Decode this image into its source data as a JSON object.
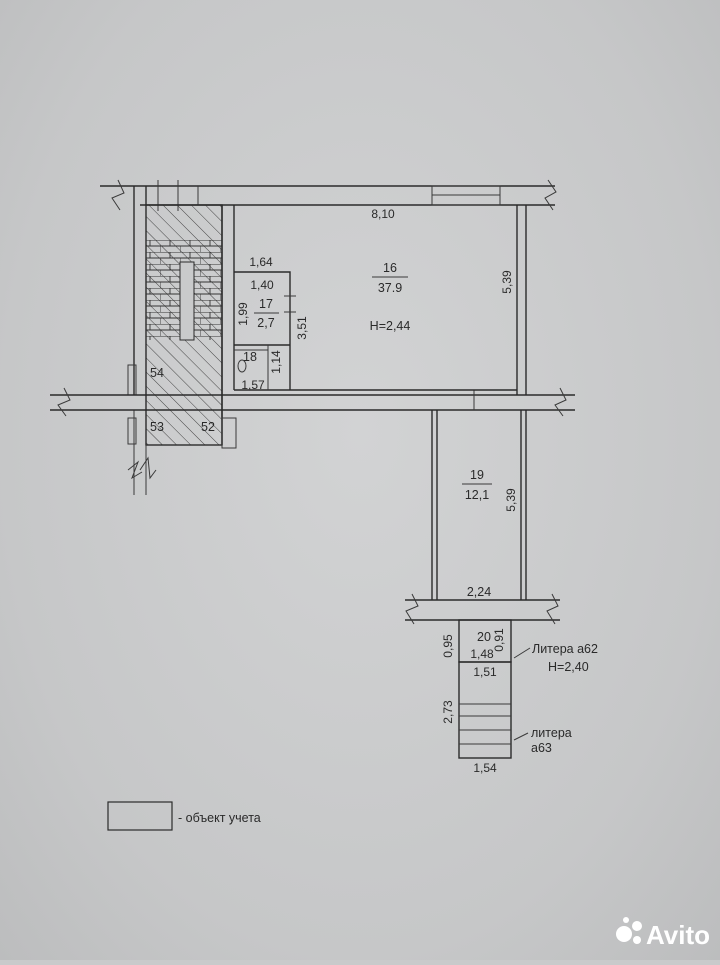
{
  "rooms": {
    "room16": {
      "number": "16",
      "area": "37.9",
      "height": "H=2,44"
    },
    "room17": {
      "number": "17",
      "area": "2,7"
    },
    "room18": {
      "number": "18"
    },
    "room19": {
      "number": "19",
      "area": "12,1"
    },
    "room20": {
      "number": "20"
    }
  },
  "dimensions": {
    "top_width": "8,10",
    "right_height": "5,39",
    "room17_top": "1,64",
    "room17_inner": "1,40",
    "room17_left": "1,99",
    "room17_right": "3,51",
    "room18_right": "1,14",
    "room18_bottom": "1,57",
    "corridor_right": "5,39",
    "corridor_width": "2,24",
    "vestibule_left": "0,95",
    "vestibule_inner": "1,48",
    "vestibule_right": "0,91",
    "vestibule_bottom": "1,51",
    "stairs_left": "2,73",
    "stairs_bottom": "1,54"
  },
  "markers": {
    "m54": "54",
    "m53": "53",
    "m52": "52"
  },
  "annotations": {
    "litera_a62": "Литера а62",
    "height_a62": "H=2,40",
    "litera_a63_line1": "литера",
    "litera_a63_line2": "а63"
  },
  "legend": {
    "label": "- объект учета"
  },
  "watermark": {
    "text": "Avito"
  }
}
